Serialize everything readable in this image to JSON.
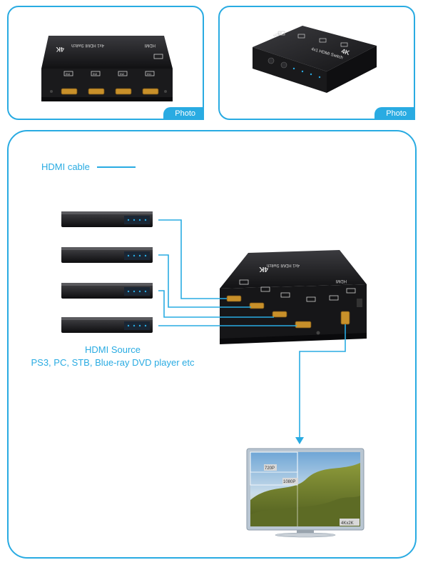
{
  "photos": {
    "left": {
      "tag": "Photo",
      "device_top_label": "4x1 HDMI Switch",
      "badge": "4K",
      "hdmi_logo": "HDMI",
      "port_labels": [
        "IN4",
        "IN3",
        "IN2",
        "IN1"
      ]
    },
    "right": {
      "tag": "Photo",
      "device_top_label": "4x1 HDMI Switch",
      "badge": "4K",
      "hdmi_logo": "HDMI"
    }
  },
  "diagram": {
    "legend_label": "HDMI cable",
    "source_title": "HDMI Source",
    "source_desc": "PS3, PC, STB, Blue-ray DVD player etc",
    "switch_top_label": "4x1 HDMI Switch",
    "switch_badge": "4K",
    "switch_hdmi_logo": "HDMI",
    "tv_labels": {
      "p720": "720P",
      "p1080": "1080P",
      "k4": "4Kx2K"
    }
  },
  "colors": {
    "accent": "#29abe2",
    "device": "#1c1c1e",
    "port_gold": "#c8902a"
  }
}
